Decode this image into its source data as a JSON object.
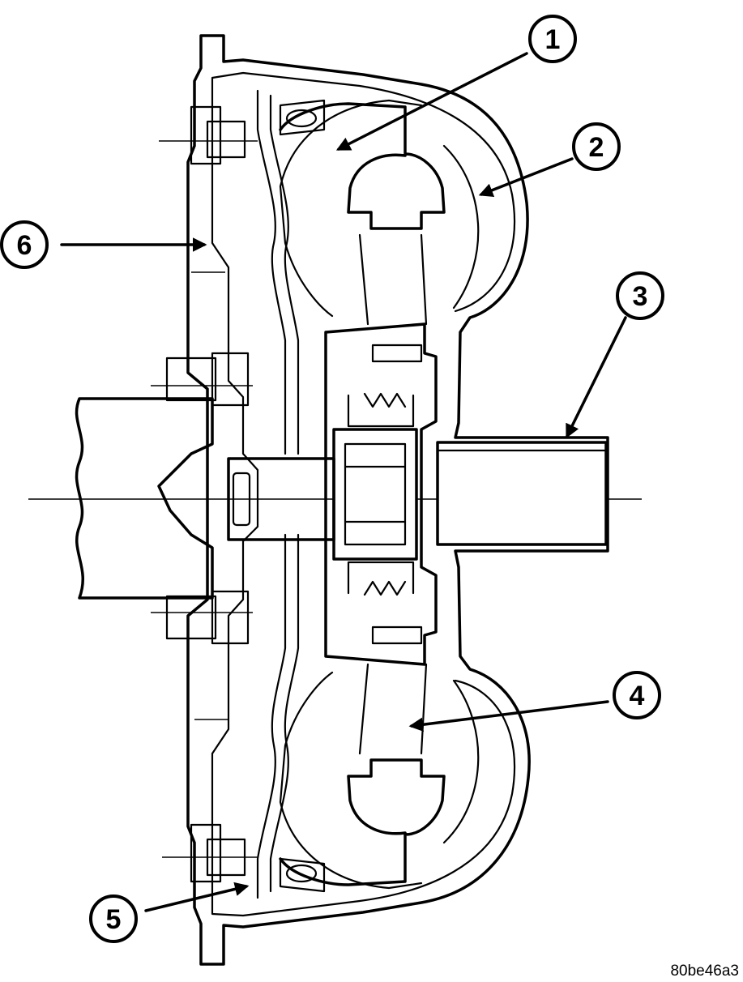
{
  "figure_code": "80be46a3",
  "callouts": [
    {
      "label": "1"
    },
    {
      "label": "2"
    },
    {
      "label": "3"
    },
    {
      "label": "4"
    },
    {
      "label": "5"
    },
    {
      "label": "6"
    }
  ]
}
